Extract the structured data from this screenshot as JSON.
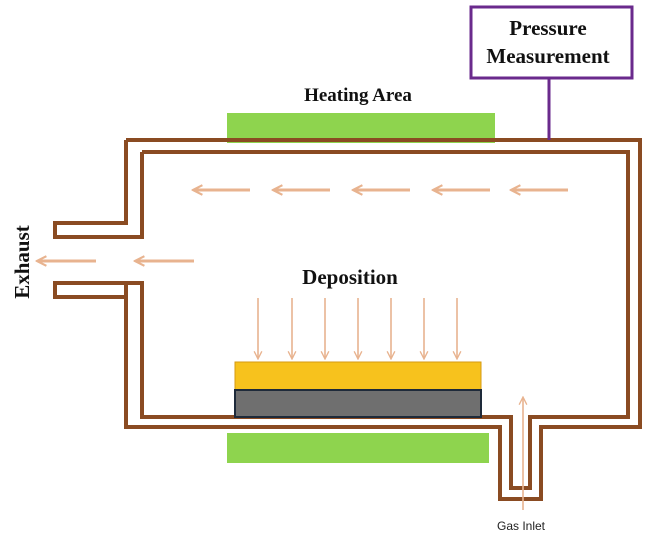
{
  "labels": {
    "pressure_line1": "Pressure",
    "pressure_line2": "Measurement",
    "heating": "Heating Area",
    "deposition": "Deposition",
    "exhaust": "Exhaust",
    "gas_inlet": "Gas Inlet"
  },
  "colors": {
    "chamber_wall": "#8a4b22",
    "heater": "#8ed44e",
    "flow_arrow": "#e8b38f",
    "coating_layer": "#f7c21d",
    "substrate": "#6f6f6f",
    "pressure_box": "#6a2a8c"
  }
}
